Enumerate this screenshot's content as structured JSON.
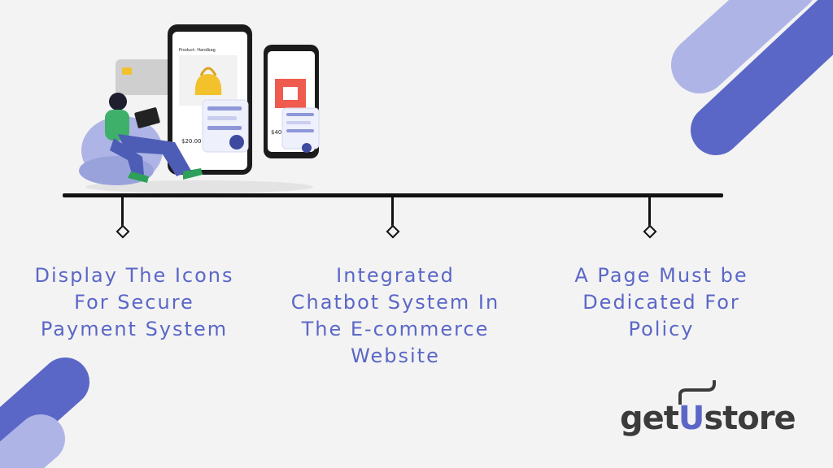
{
  "steps": [
    {
      "label": "Display The Icons\nFor Secure\nPayment System"
    },
    {
      "label": "Integrated\nChatbot System In\nThe E-commerce\nWebsite"
    },
    {
      "label": "A Page Must be\nDedicated For\nPolicy"
    }
  ],
  "logo": {
    "prefix": "get",
    "mark": "U",
    "suffix": "store"
  },
  "phone": {
    "caption": "Product: Handbag",
    "price": "$20.00",
    "price_small": "$40"
  },
  "colors": {
    "accent": "#5b67c7",
    "accent_light": "#aeb5e6",
    "line": "#111111",
    "bag": "#f3c12b",
    "chair_bg": "#ef5b4e"
  }
}
